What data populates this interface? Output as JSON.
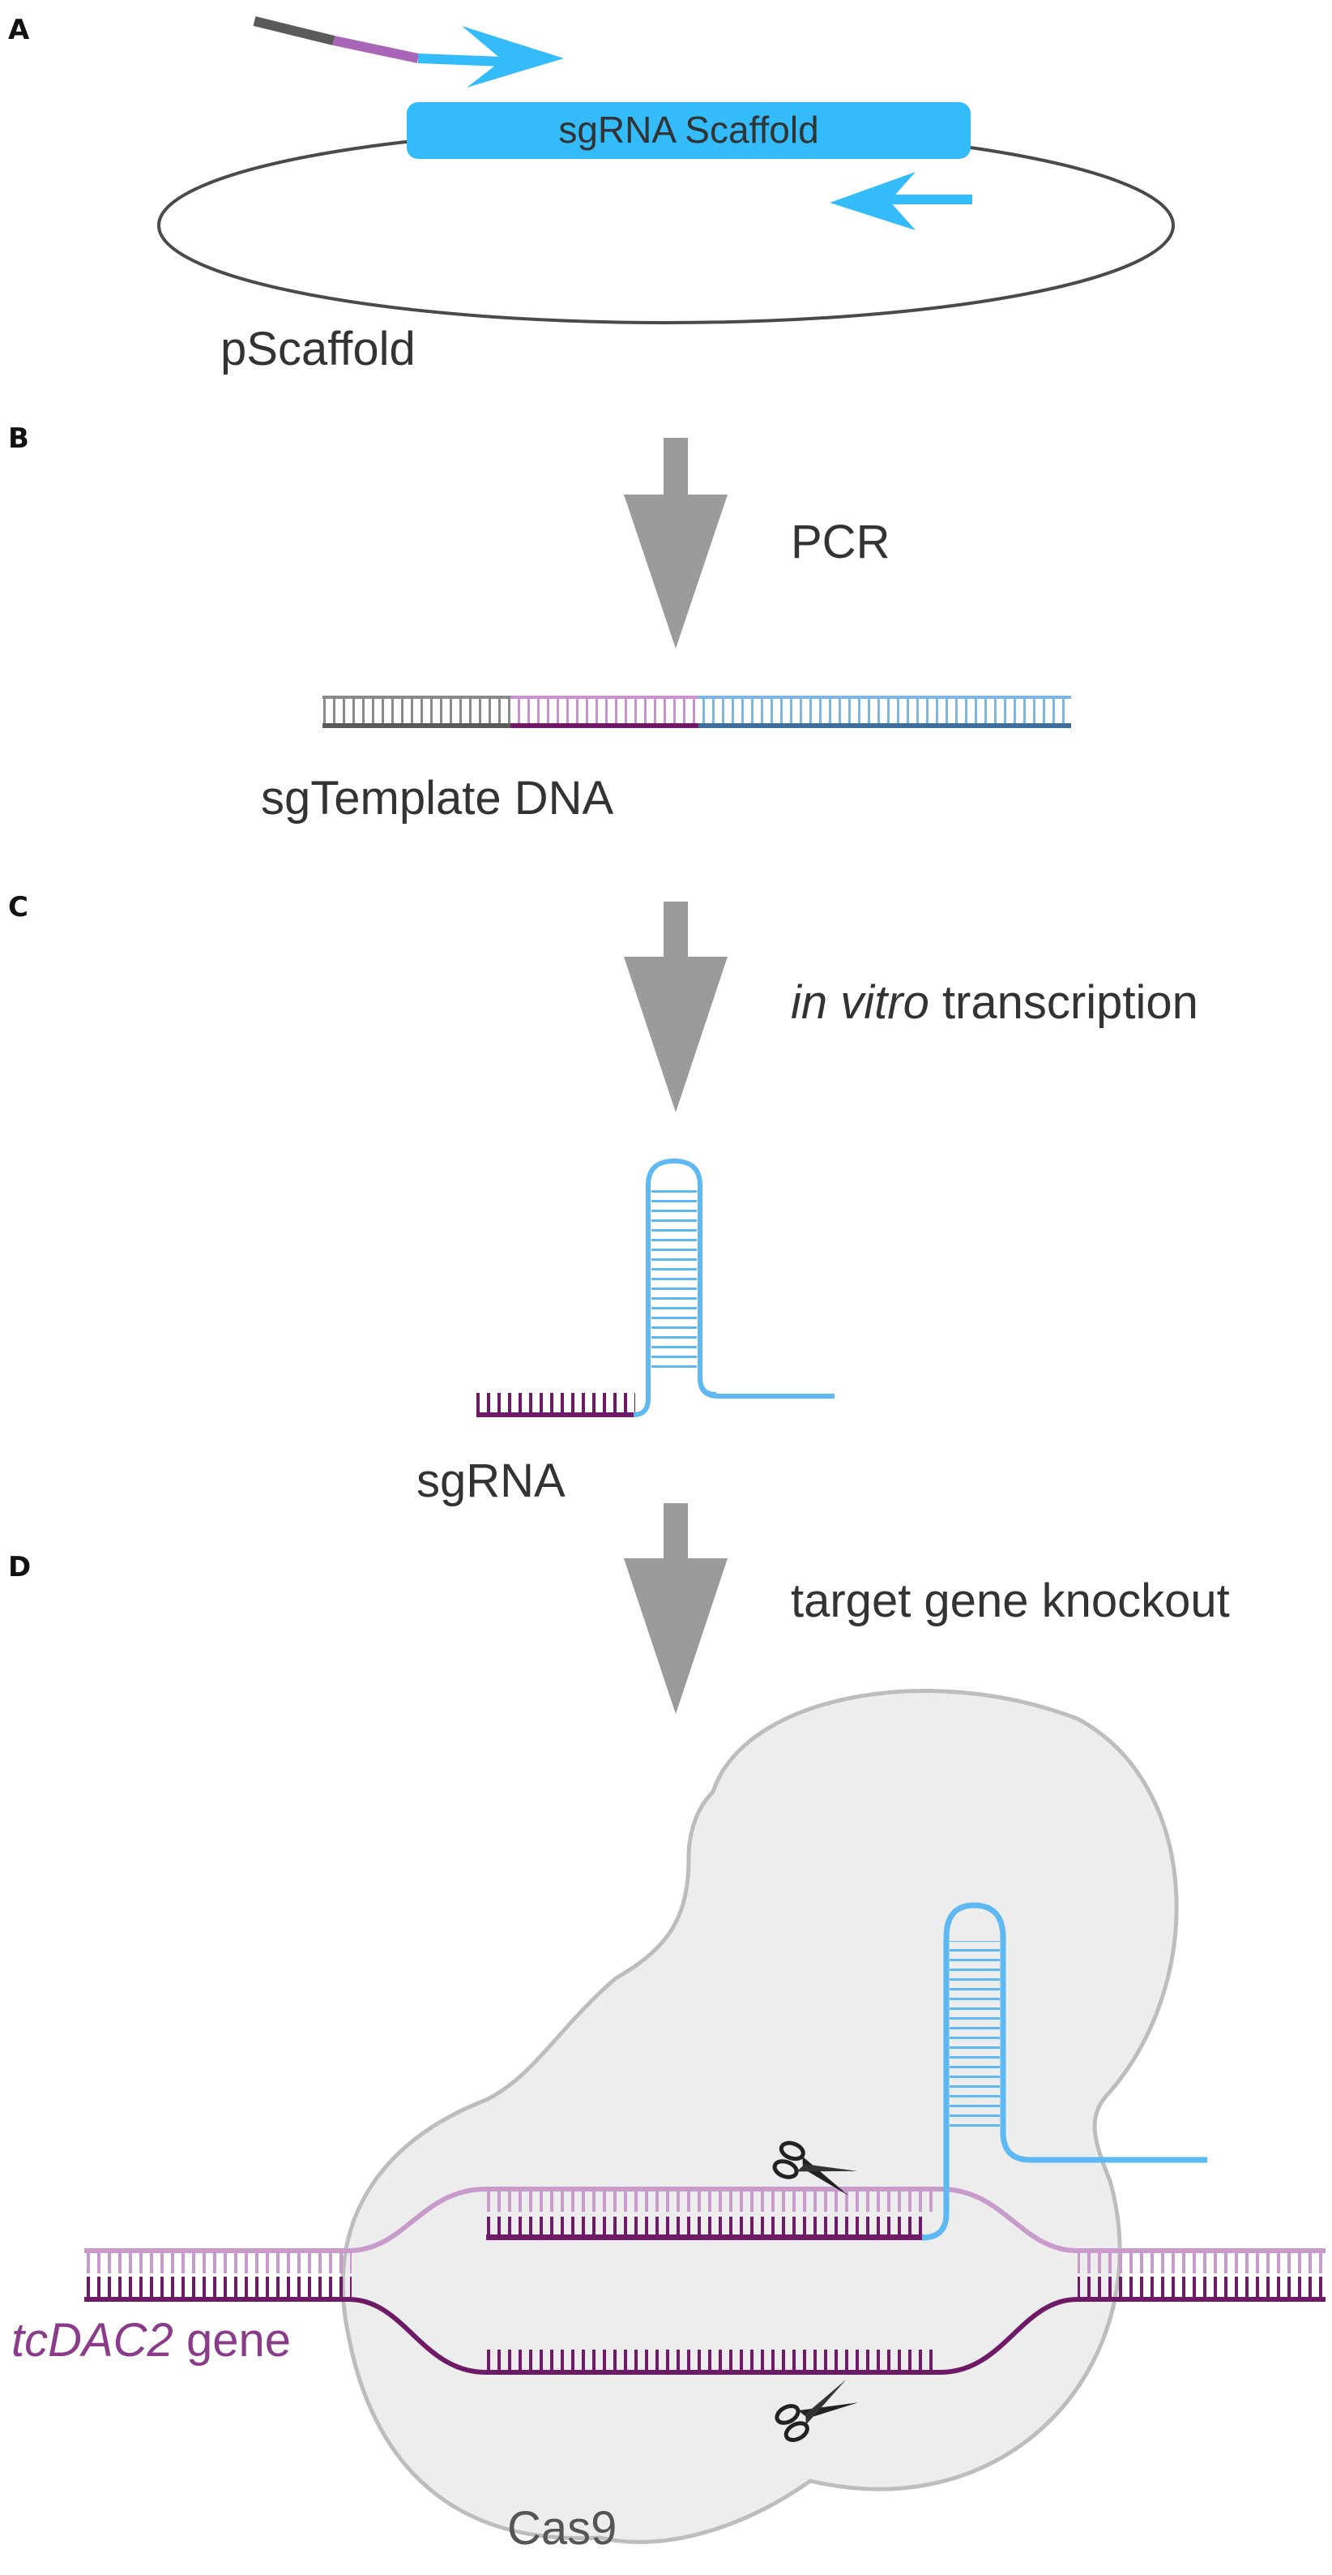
{
  "panels": {
    "a": {
      "letter": "A",
      "scaffold_label": "sgRNA Scaffold",
      "plasmid_label": "pScaffold"
    },
    "b": {
      "letter": "B",
      "step_label": "PCR",
      "product_label": "sgTemplate DNA"
    },
    "c": {
      "letter": "C",
      "step_label_italic": "in vitro",
      "step_label_rest": " transcription",
      "product_label": "sgRNA"
    },
    "d": {
      "letter": "D",
      "step_label": "target gene knockout",
      "gene_label_italic": "tcDAC2",
      "gene_label_rest": " gene",
      "enzyme_label": "Cas9"
    }
  },
  "colors": {
    "scaffold_blue": "#33bbfa",
    "rna_blue": "#5eb8f2",
    "dna_blue_dark": "#3e6f9b",
    "guide_purple": "#6e1a66",
    "guide_purple_light": "#c99bcc",
    "primer_purple": "#a966b8",
    "primer_gray": "#5a5a5a",
    "arrow_gray": "#9b9b9b",
    "cas9_fill": "#ededed",
    "cas9_stroke": "#bdbdbd",
    "text": "#333333"
  },
  "icons": [
    "scissors-icon",
    "down-arrow-icon"
  ]
}
